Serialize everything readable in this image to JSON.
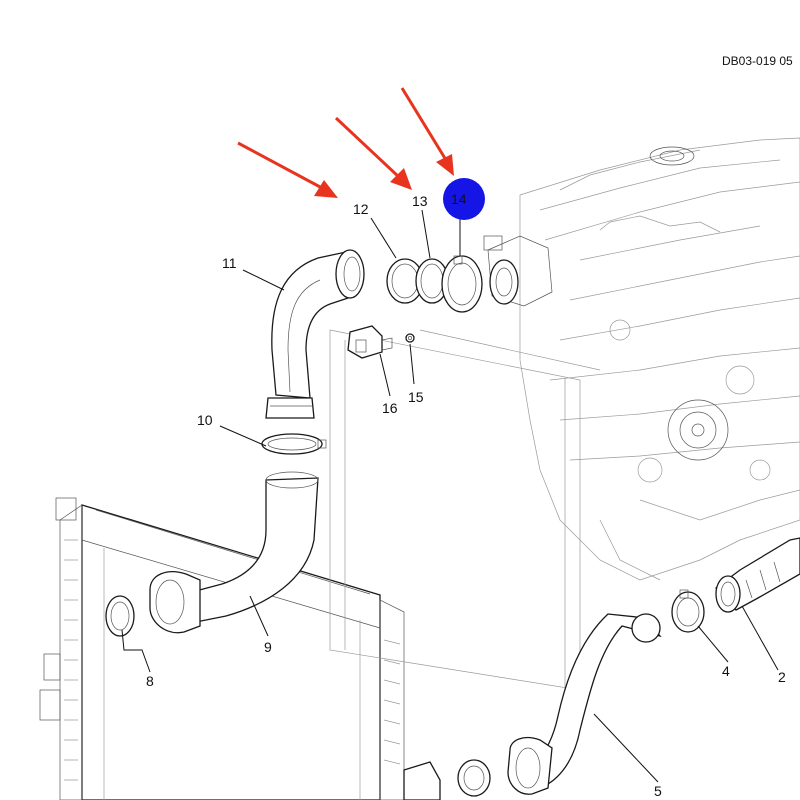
{
  "reference_code": "DB03-019 05",
  "colors": {
    "arrow": "#e8341f",
    "marker": "#1515e6",
    "line": "#1a1a1a"
  },
  "callouts": {
    "c2": "2",
    "c4": "4",
    "c5": "5",
    "c8": "8",
    "c9": "9",
    "c10": "10",
    "c11": "11",
    "c12": "12",
    "c13": "13",
    "c14": "14",
    "c15": "15",
    "c16": "16"
  }
}
